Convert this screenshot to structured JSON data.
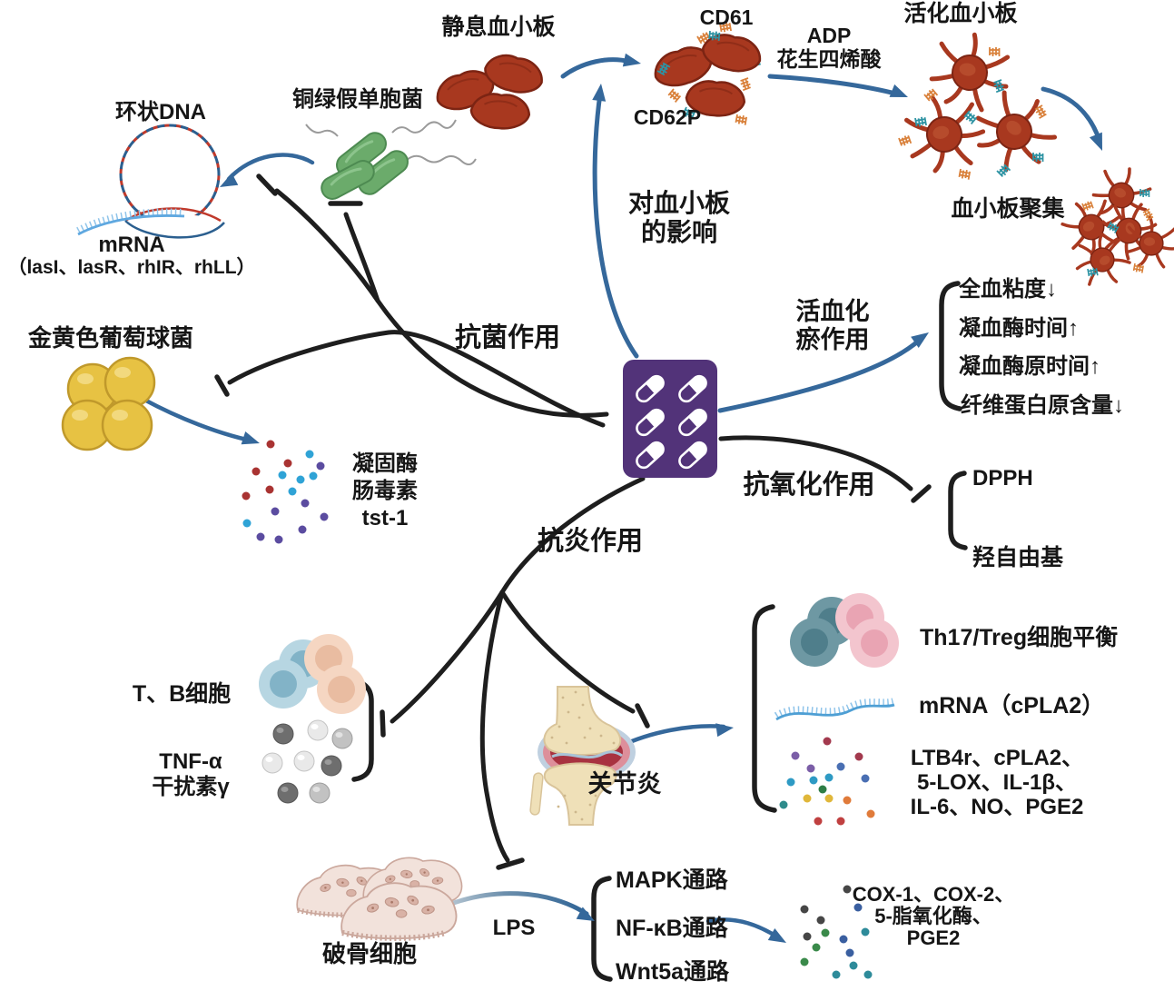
{
  "labels": {
    "ring_dna": "环状DNA",
    "pseudomonas": "铜绿假单胞菌",
    "resting_platelets": "静息血小板",
    "cd61": "CD61",
    "cd62p": "CD62P",
    "adp_block": "ADP\n花生四烯酸",
    "activated_platelets": "活化血小板",
    "aggregation": "血小板聚集",
    "mrna_title": "mRNA",
    "mrna_genes": "（lasI、lasR、rhIR、rhLL）",
    "platelet_effect": "对血小板\n的影响",
    "s_aureus": "金黄色葡萄球菌",
    "toxins": "凝固酶\n肠毒素\ntst-1",
    "antibacterial": "抗菌作用",
    "blood_stasis": "活血化\n瘀作用",
    "wb_viscosity": "全血粘度↓",
    "thrombin_time": "凝血酶时间↑",
    "prothrombin_time": "凝血酶原时间↑",
    "fibrinogen": "纤维蛋白原含量↓",
    "antioxidant": "抗氧化作用",
    "dpph": "DPPH",
    "hydroxyl": "羟自由基",
    "anti_inflammatory": "抗炎作用",
    "tb_cells": "T、B细胞",
    "tnf_block": "TNF-α\n干扰素γ",
    "arthritis": "关节炎",
    "th17": "Th17/Treg细胞平衡",
    "mrna_cpla2": "mRNA（cPLA2）",
    "cytokines": "LTB4r、cPLA2、\n5-LOX、IL-1β、\nIL-6、NO、PGE2",
    "osteoclast": "破骨细胞",
    "lps": "LPS",
    "mapk": "MAPK通路",
    "nfkb": "NF-κB通路",
    "wnt5a": "Wnt5a通路",
    "cox_block": "COX-1、COX-2、\n5-脂氧化酶、\nPGE2"
  },
  "colors": {
    "arrow_blue": "#35689B",
    "inhibit_black": "#1E1E1E",
    "pill_purple": "#523379",
    "platelet_red": "#A8381F",
    "bacteria_green": "#6BAB6B",
    "staph_yellow": "#E7C243",
    "receptor_orange": "#D9813B",
    "receptor_teal": "#2E93A3",
    "mrna_blue": "#5FA8E0",
    "dna_red": "#C0392B",
    "dna_blue": "#2B5F8F",
    "bone_tan": "#EFE0B8",
    "joint_red": "#A83240",
    "osteoclast_pink": "#F2E2DB"
  },
  "illustrations": {
    "pill-pack": "purple capsule blister pack (drug, center node)",
    "circular-dna": "plasmid ring with transcription bubble and mRNA strand",
    "pseudomonas-bacteria": "green rod bacteria with flagella",
    "staph-cocci": "yellow cocci cluster",
    "resting-platelets": "three red disc platelets",
    "cd-platelets": "platelets with orange/teal surface receptors",
    "activated-platelets": "spiky activated platelets",
    "platelet-aggregate": "clumped spiky platelets",
    "toxin-dots": "scattered red/cyan/purple dots",
    "tb-cell-cluster": "blue and peach immune cells",
    "cytokine-spheres": "gray and white spheres",
    "knee-joint": "inflamed knee joint",
    "th17-treg-cells": "teal and pink cells",
    "mrna-strand": "light blue mRNA wave",
    "mediator-dots": "multicolor dots",
    "osteoclast-cells": "pale pink multinucleated blobs",
    "enzyme-dots": "gray/green/blue/teal dots"
  },
  "relations": [
    {
      "from": "抗菌作用",
      "to": "mRNA（lasI、lasR、rhIR、rhLL）",
      "type": "inhibit"
    },
    {
      "from": "抗菌作用",
      "to": "铜绿假单胞菌",
      "type": "inhibit"
    },
    {
      "from": "抗菌作用",
      "to": "金黄色葡萄球菌",
      "type": "inhibit"
    },
    {
      "from": "铜绿假单胞菌",
      "to": "环状DNA",
      "type": "arrow"
    },
    {
      "from": "金黄色葡萄球菌",
      "to": "凝固酶/肠毒素/tst-1",
      "type": "arrow"
    },
    {
      "from": "静息血小板",
      "to": "CD61/CD62P血小板",
      "type": "arrow"
    },
    {
      "from": "CD61/CD62P血小板",
      "to": "活化血小板",
      "type": "arrow",
      "via": "ADP 花生四烯酸"
    },
    {
      "from": "活化血小板",
      "to": "血小板聚集",
      "type": "arrow"
    },
    {
      "from": "药物",
      "to": "对血小板的影响",
      "type": "arrow"
    },
    {
      "from": "活血化瘀作用",
      "to": "全血粘度↓/凝血酶时间↑/凝血酶原时间↑/纤维蛋白原含量↓",
      "type": "arrow"
    },
    {
      "from": "抗氧化作用",
      "to": "DPPH/羟自由基",
      "type": "inhibit"
    },
    {
      "from": "抗炎作用",
      "to": "T、B细胞/TNF-α/干扰素γ",
      "type": "inhibit"
    },
    {
      "from": "抗炎作用",
      "to": "关节炎",
      "type": "inhibit"
    },
    {
      "from": "抗炎作用",
      "to": "破骨细胞",
      "type": "inhibit"
    },
    {
      "from": "关节炎",
      "to": "Th17/Treg细胞平衡 + mRNA（cPLA2） + LTB4r等",
      "type": "arrow"
    },
    {
      "from": "破骨细胞",
      "to": "MAPK/NF-κB/Wnt5a通路",
      "type": "arrow",
      "via": "LPS"
    },
    {
      "from": "NF-κB通路",
      "to": "COX-1、COX-2、5-脂氧化酶、PGE2",
      "type": "arrow"
    }
  ]
}
